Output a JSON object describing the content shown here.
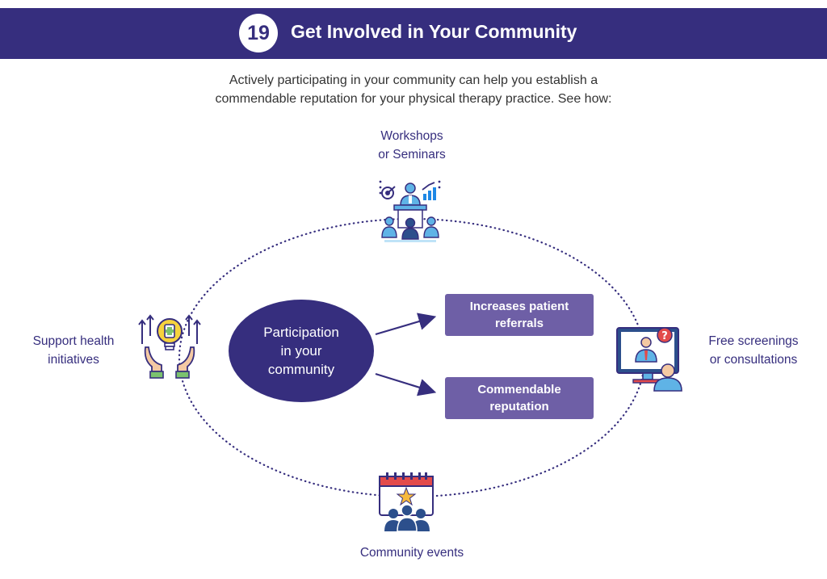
{
  "header": {
    "step_number": "19",
    "title": "Get Involved in Your Community"
  },
  "intro": {
    "line1": "Actively participating in your community can help you establish a",
    "line2": "commendable reputation for your physical therapy practice. See how:"
  },
  "center": {
    "line1": "Participation",
    "line2": "in your",
    "line3": "community"
  },
  "outcomes": [
    {
      "line1": "Increases patient",
      "line2": "referrals"
    },
    {
      "line1": "Commendable",
      "line2": "reputation"
    }
  ],
  "nodes": {
    "top": {
      "line1": "Workshops",
      "line2": "or Seminars",
      "icon": "presentation-podium-icon"
    },
    "left": {
      "line1": "Support health",
      "line2": "initiatives",
      "icon": "hands-lightbulb-health-icon"
    },
    "right": {
      "line1": "Free screenings",
      "line2": "or consultations",
      "icon": "video-consultation-monitor-icon"
    },
    "bottom": {
      "line1": "Community events",
      "icon": "calendar-people-star-icon"
    }
  },
  "colors": {
    "primary": "#362e7e",
    "secondary": "#6e5fa6",
    "text": "#333333"
  }
}
